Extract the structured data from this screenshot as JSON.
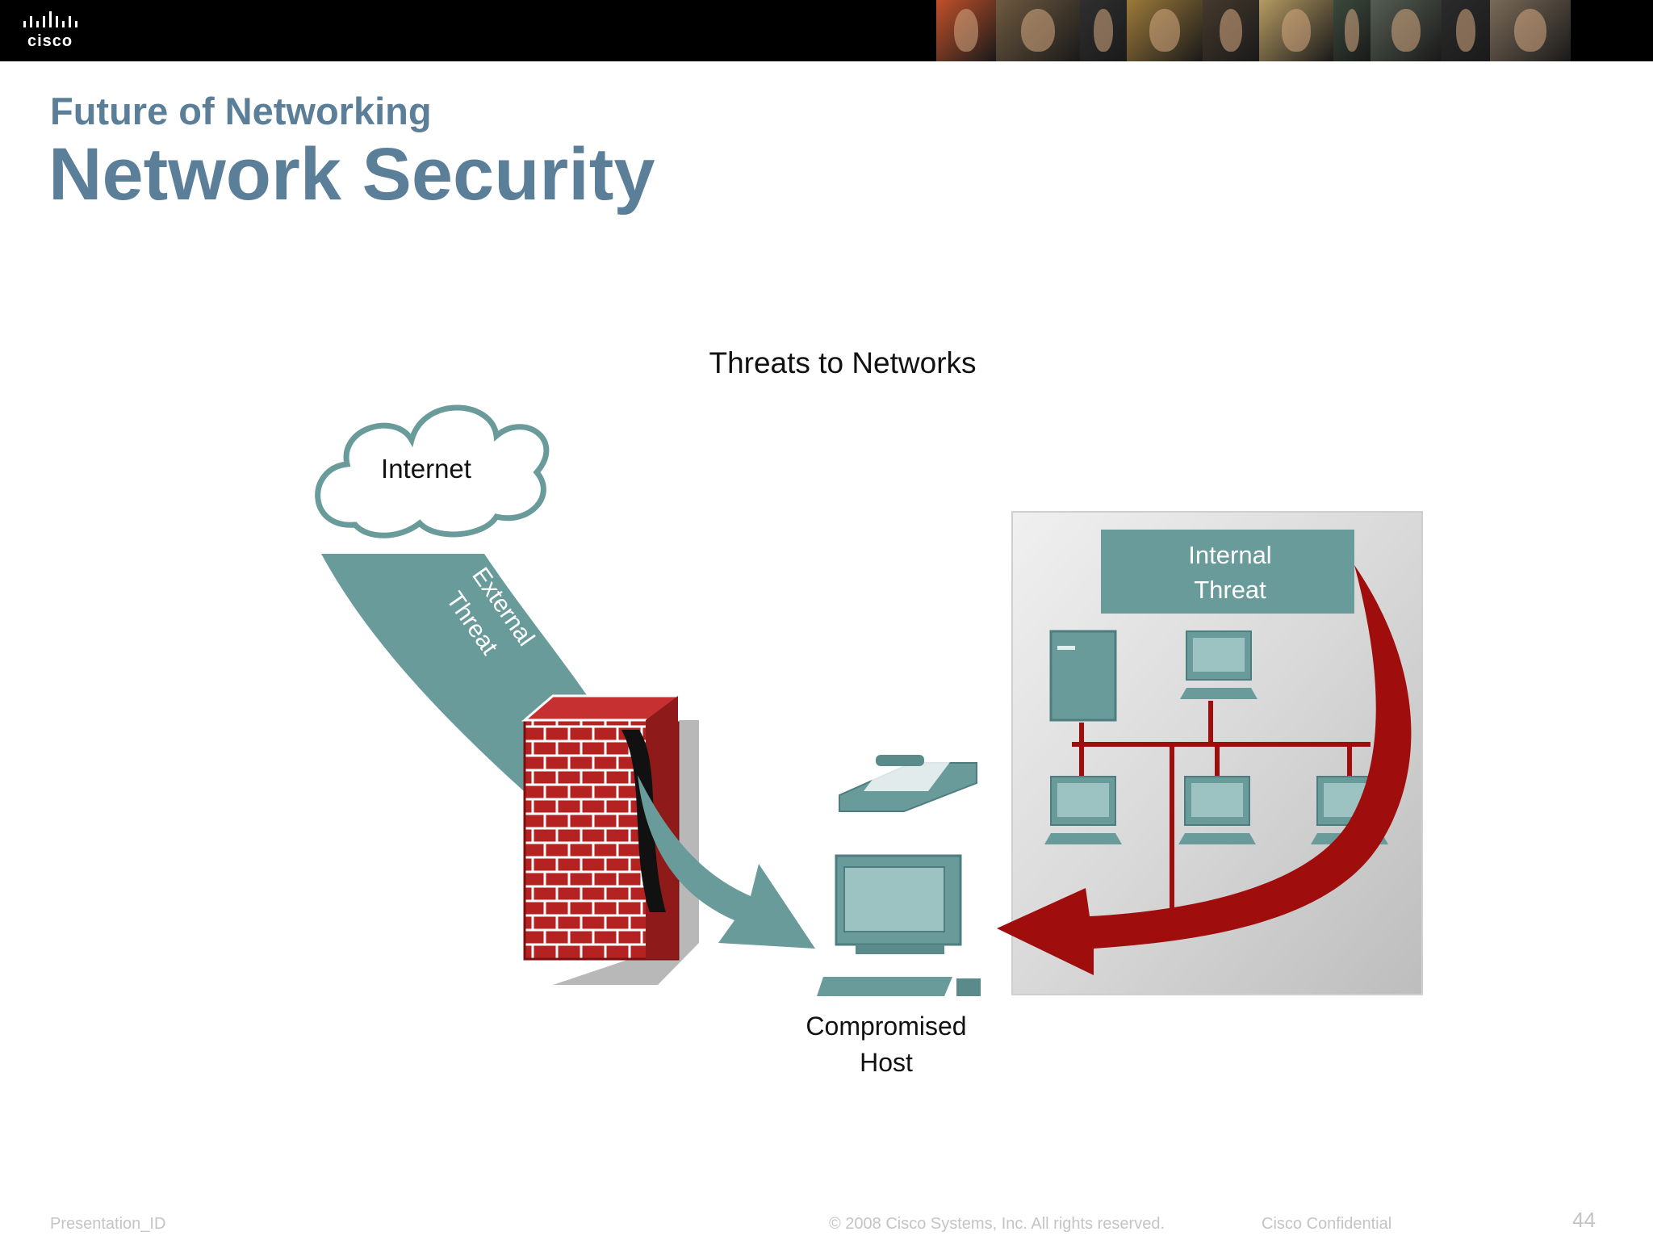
{
  "header": {
    "logo_text": "cisco",
    "photo_tiles": [
      "#c0502a",
      "#6e5a40",
      "#2f2f2f",
      "#9c7a3a",
      "#45392c",
      "#b59a62",
      "#3a4a3c",
      "#555d52",
      "#2b2b2b",
      "#7a6a58"
    ]
  },
  "slide": {
    "subtitle": "Future of Networking",
    "title": "Network Security"
  },
  "diagram": {
    "heading": "Threats to Networks",
    "cloud_label": "Internet",
    "external_label_line1": "External",
    "external_label_line2": "Threat",
    "internal_label_line1": "Internal",
    "internal_label_line2": "Threat",
    "host_label_line1": "Compromised",
    "host_label_line2": "Host",
    "colors": {
      "teal": "#6a9b9b",
      "teal_dark": "#4d7d7e",
      "brick": "#b22222",
      "threat_red": "#a00d0d"
    }
  },
  "footer": {
    "presentation_id": "Presentation_ID",
    "copyright": "© 2008 Cisco Systems, Inc. All rights reserved.",
    "confidential": "Cisco Confidential",
    "page_number": "44"
  }
}
